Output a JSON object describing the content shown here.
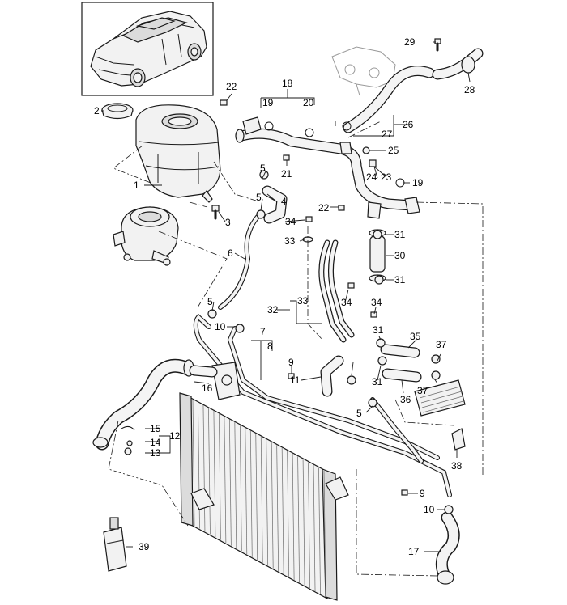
{
  "diagram": {
    "type": "exploded parts diagram",
    "subject": "engine cooling system",
    "callouts": [
      "1",
      "2",
      "3",
      "4",
      "5",
      "5",
      "5",
      "5",
      "6",
      "7",
      "8",
      "9",
      "9",
      "10",
      "10",
      "11",
      "12",
      "13",
      "14",
      "15",
      "16",
      "17",
      "18",
      "19",
      "19",
      "20",
      "21",
      "22",
      "22",
      "23",
      "24",
      "25",
      "26",
      "27",
      "28",
      "29",
      "30",
      "31",
      "31",
      "31",
      "31",
      "32",
      "33",
      "33",
      "34",
      "34",
      "34",
      "35",
      "36",
      "37",
      "37",
      "38",
      "39"
    ],
    "colors": {
      "line": "#1a1a1a",
      "part_fill": "#f2f2f2",
      "ghost_part": "#9a9a9a",
      "background": "#ffffff"
    }
  }
}
